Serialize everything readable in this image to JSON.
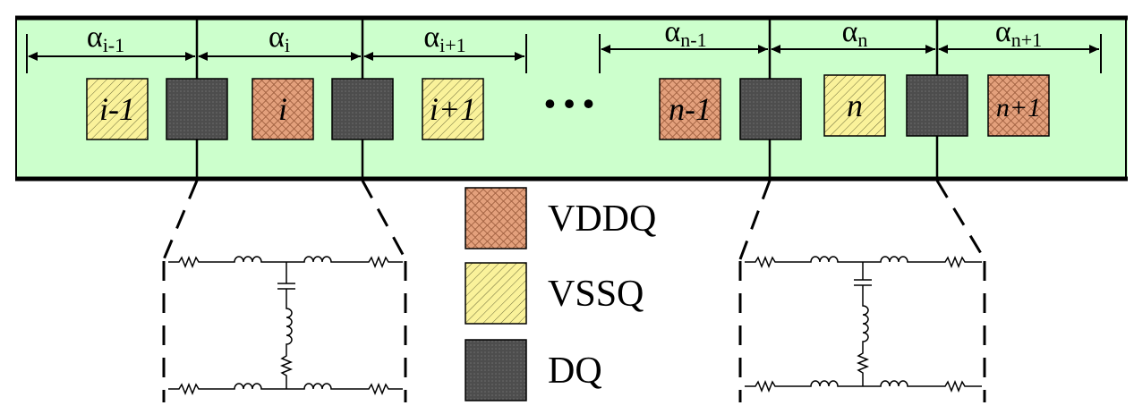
{
  "colors": {
    "strip_fill": "#ccffcc",
    "vddq_fill": "#e3a07c",
    "vssq_fill": "#faf29a",
    "dq_fill": "#4d4d4d",
    "line": "#000000"
  },
  "spans": [
    {
      "base": "α",
      "sub": "i-1"
    },
    {
      "base": "α",
      "sub": "i"
    },
    {
      "base": "α",
      "sub": "i+1"
    },
    {
      "base": "α",
      "sub": "n-1"
    },
    {
      "base": "α",
      "sub": "n"
    },
    {
      "base": "α",
      "sub": "n+1"
    }
  ],
  "pads": [
    {
      "kind": "vssq",
      "label": "i-1"
    },
    {
      "kind": "dq",
      "label": ""
    },
    {
      "kind": "vddq",
      "label": "i"
    },
    {
      "kind": "dq",
      "label": ""
    },
    {
      "kind": "vssq",
      "label": "i+1"
    },
    {
      "kind": "vddq",
      "label": "n-1"
    },
    {
      "kind": "dq",
      "label": ""
    },
    {
      "kind": "vssq",
      "label": "n"
    },
    {
      "kind": "dq",
      "label": ""
    },
    {
      "kind": "vddq",
      "label": "n+1"
    }
  ],
  "ellipsis": "• • •",
  "legend": [
    {
      "kind": "vddq",
      "label": "VDDQ"
    },
    {
      "kind": "vssq",
      "label": "VSSQ"
    },
    {
      "kind": "dq",
      "label": "DQ"
    }
  ]
}
